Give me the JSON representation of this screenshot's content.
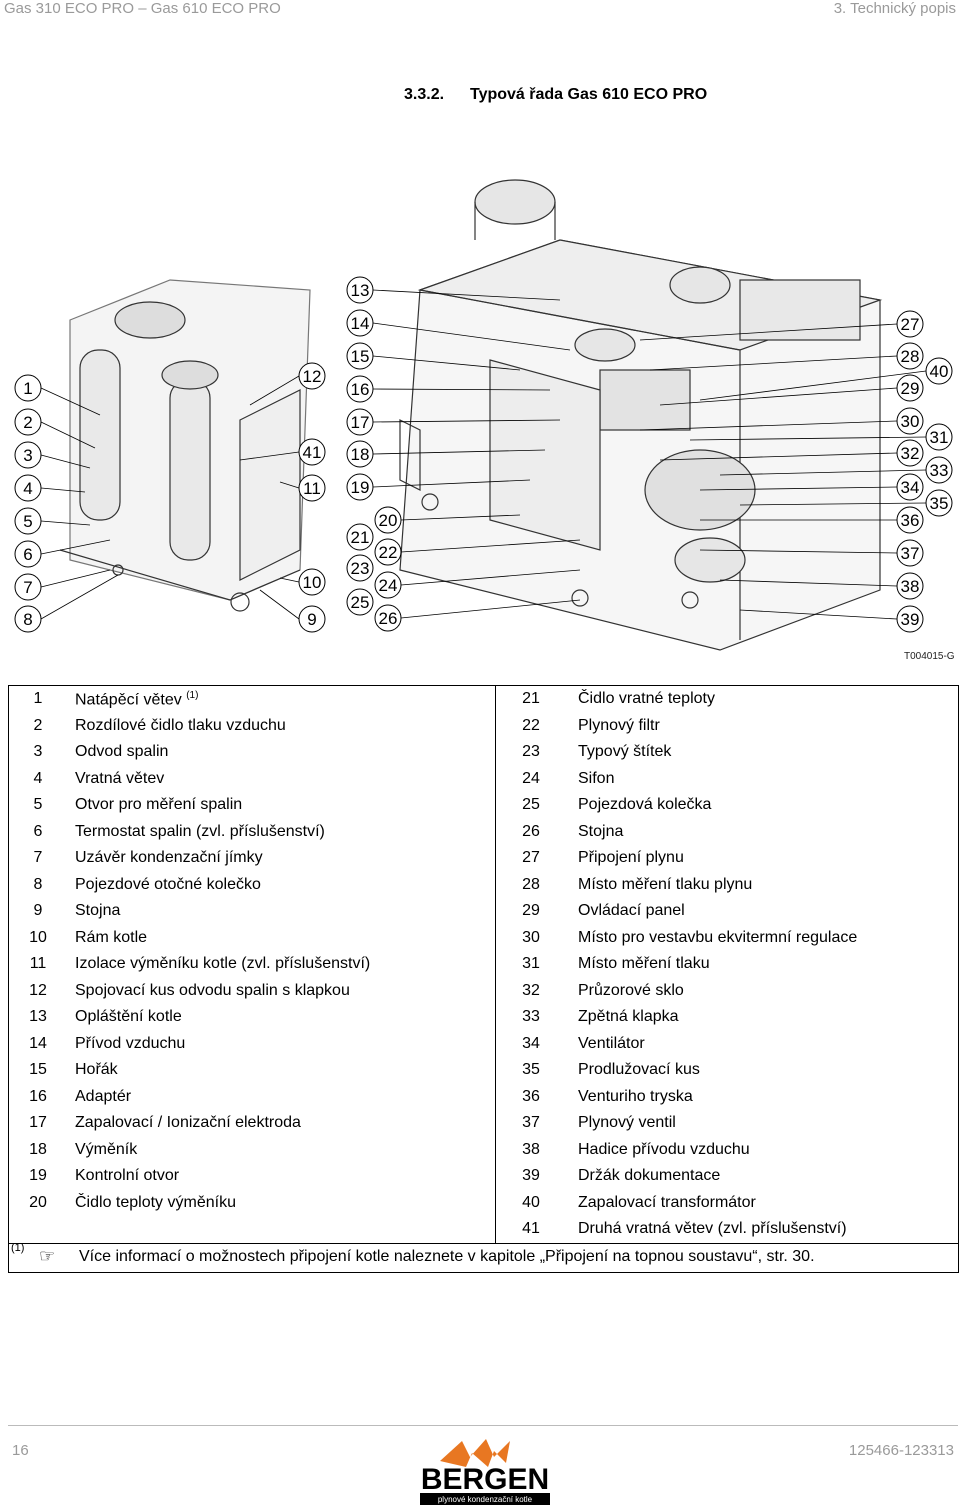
{
  "header": {
    "left": "Gas 310 ECO PRO – Gas 610 ECO PRO",
    "right": "3. Technický popis"
  },
  "section": {
    "number": "3.3.2.",
    "title": "Typová řada Gas 610 ECO PRO"
  },
  "figure": {
    "code": "T004015-G",
    "callouts_left": [
      "1",
      "2",
      "3",
      "4",
      "5",
      "6",
      "7",
      "8"
    ],
    "callouts_mid_right": [
      "12",
      "41",
      "11",
      "10",
      "9"
    ],
    "callouts_center": [
      "13",
      "14",
      "15",
      "16",
      "17",
      "18",
      "19",
      "20",
      "21",
      "22",
      "23",
      "24",
      "25",
      "26"
    ],
    "callouts_right": [
      "27",
      "28",
      "29",
      "30",
      "32",
      "34",
      "36",
      "37",
      "38",
      "39"
    ],
    "callouts_far_right": [
      "40",
      "31",
      "33",
      "35"
    ]
  },
  "legend": [
    {
      "n1": "1",
      "t1": "Natápěcí větev",
      "sup1": "(1)",
      "n2": "21",
      "t2": "Čidlo vratné teploty"
    },
    {
      "n1": "2",
      "t1": "Rozdílové čidlo tlaku vzduchu",
      "n2": "22",
      "t2": "Plynový filtr"
    },
    {
      "n1": "3",
      "t1": "Odvod spalin",
      "n2": "23",
      "t2": "Typový štítek"
    },
    {
      "n1": "4",
      "t1": "Vratná větev",
      "n2": "24",
      "t2": "Sifon"
    },
    {
      "n1": "5",
      "t1": "Otvor pro měření spalin",
      "n2": "25",
      "t2": "Pojezdová kolečka"
    },
    {
      "n1": "6",
      "t1": "Termostat spalin (zvl. příslušenství)",
      "n2": "26",
      "t2": "Stojna"
    },
    {
      "n1": "7",
      "t1": "Uzávěr kondenzační jímky",
      "n2": "27",
      "t2": "Připojení plynu"
    },
    {
      "n1": "8",
      "t1": "Pojezdové otočné kolečko",
      "n2": "28",
      "t2": "Místo měření tlaku plynu"
    },
    {
      "n1": "9",
      "t1": "Stojna",
      "n2": "29",
      "t2": "Ovládací panel"
    },
    {
      "n1": "10",
      "t1": "Rám kotle",
      "n2": "30",
      "t2": "Místo pro vestavbu ekvitermní regulace"
    },
    {
      "n1": "11",
      "t1": "Izolace výměníku kotle (zvl. příslušenství)",
      "n2": "31",
      "t2": "Místo měření tlaku"
    },
    {
      "n1": "12",
      "t1": "Spojovací kus odvodu spalin s klapkou",
      "n2": "32",
      "t2": "Průzorové sklo"
    },
    {
      "n1": "13",
      "t1": "Opláštění kotle",
      "n2": "33",
      "t2": "Zpětná klapka"
    },
    {
      "n1": "14",
      "t1": "Přívod vzduchu",
      "n2": "34",
      "t2": "Ventilátor"
    },
    {
      "n1": "15",
      "t1": "Hořák",
      "n2": "35",
      "t2": "Prodlužovací kus"
    },
    {
      "n1": "16",
      "t1": "Adaptér",
      "n2": "36",
      "t2": "Venturiho tryska"
    },
    {
      "n1": "17",
      "t1": "Zapalovací / Ionizační elektroda",
      "n2": "37",
      "t2": "Plynový ventil"
    },
    {
      "n1": "18",
      "t1": "Výměník",
      "n2": "38",
      "t2": "Hadice přívodu vzduchu"
    },
    {
      "n1": "19",
      "t1": "Kontrolní otvor",
      "n2": "39",
      "t2": "Držák dokumentace"
    },
    {
      "n1": "20",
      "t1": "Čidlo teploty výměníku",
      "n2": "40",
      "t2": "Zapalovací transformátor"
    },
    {
      "n1": "",
      "t1": "",
      "n2": "41",
      "t2": "Druhá vratná větev (zvl. příslušenství)"
    }
  ],
  "footnote": {
    "marker": "(1)",
    "icon": "pointing-hand-icon",
    "text": "Více informací o možnostech připojení kotle naleznete v kapitole „Připojení na topnou soustavu“, str. 30."
  },
  "footer": {
    "page": "16",
    "doc_number": "125466-123313",
    "logo_text": "BERGEN",
    "logo_subtext": "plynové kondenzační kotle",
    "logo_color": "#e87722"
  }
}
